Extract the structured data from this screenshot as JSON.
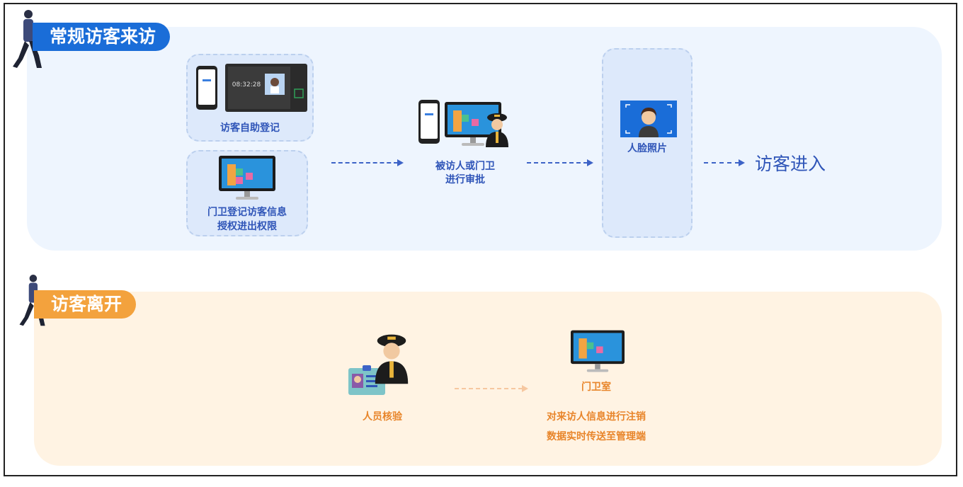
{
  "section_entry": {
    "title": "常规访客来访",
    "self_register": {
      "label": "访客自助登记",
      "time": "08:32:28"
    },
    "guard_register": {
      "line1": "门卫登记访客信息",
      "line2": "授权进出权限"
    },
    "approval": {
      "line1": "被访人或门卫",
      "line2": "进行审批"
    },
    "face": {
      "label": "人脸照片"
    },
    "result": "访客进入"
  },
  "section_exit": {
    "title": "访客离开",
    "verify": {
      "label": "人员核验"
    },
    "guard_room": {
      "label": "门卫室",
      "line1": "对来访人信息进行注销",
      "line2": "数据实时传送至管理端"
    }
  },
  "colors": {
    "blue_accent": "#1a6dd8",
    "orange_accent": "#f3a23d",
    "label_blue": "#2f55b8",
    "label_orange": "#e8852a"
  }
}
